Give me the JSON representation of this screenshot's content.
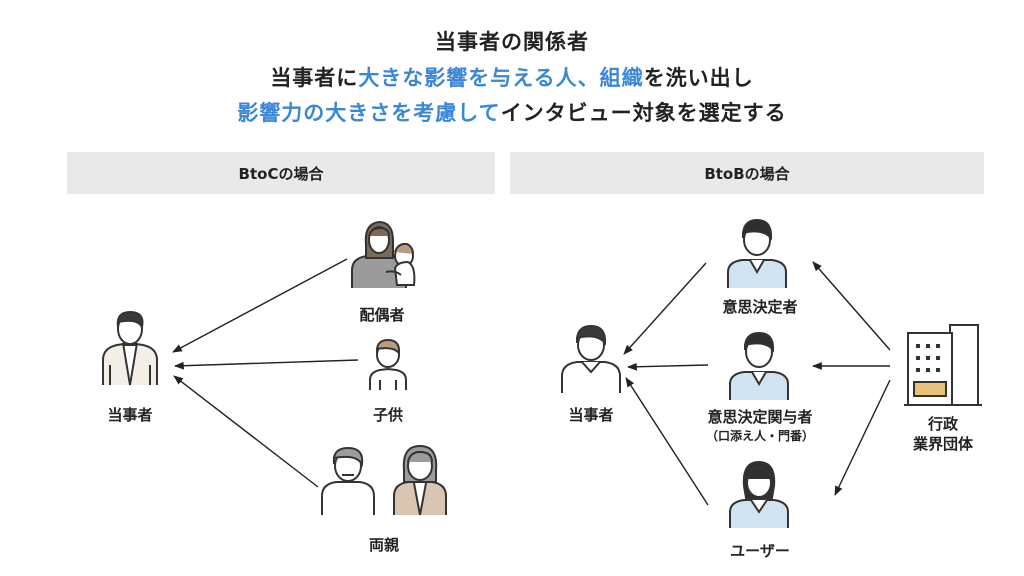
{
  "header": {
    "line1": "当事者の関係者",
    "line2": {
      "a": "当事者に",
      "b": "大きな影響を与える人、組織",
      "c": "を洗い出し"
    },
    "line3": {
      "a": "影響力の大きさを考慮して",
      "b": "インタビュー対象を選定する"
    }
  },
  "colors": {
    "accent": "#3a86d8",
    "panel": "#e9e9e9",
    "shirt_blue": "#cfe4f0"
  },
  "btoc": {
    "title": "BtoCの場合",
    "center": "当事者",
    "spouse": "配偶者",
    "child": "子供",
    "parents": "両親"
  },
  "btob": {
    "title": "BtoBの場合",
    "center": "当事者",
    "decision_maker": "意思決定者",
    "influencer": "意思決定関与者",
    "influencer_note": "（口添え人・門番）",
    "user": "ユーザー",
    "gov_line1": "行政",
    "gov_line2": "業界団体"
  }
}
